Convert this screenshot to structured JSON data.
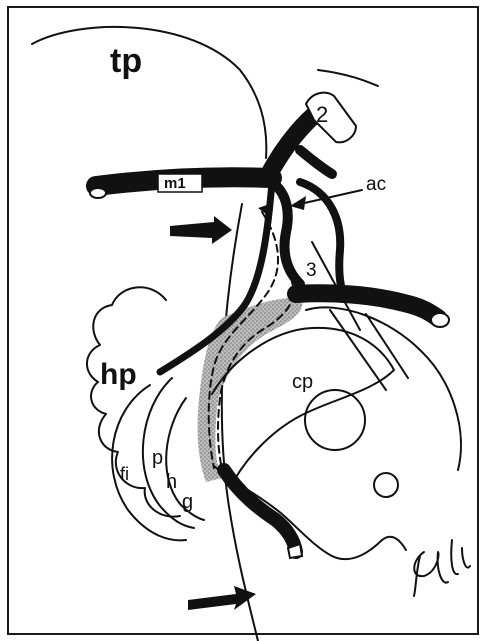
{
  "labels": {
    "tp": "tp",
    "hp": "hp",
    "m1": "m1",
    "n2": "2",
    "ac": "ac",
    "n3": "3",
    "cp": "cp",
    "fi": "fi",
    "p": "p",
    "h": "h",
    "g": "g"
  },
  "colors": {
    "ink": "#111111",
    "shade": "#8c8c8c",
    "background": "#ffffff"
  }
}
